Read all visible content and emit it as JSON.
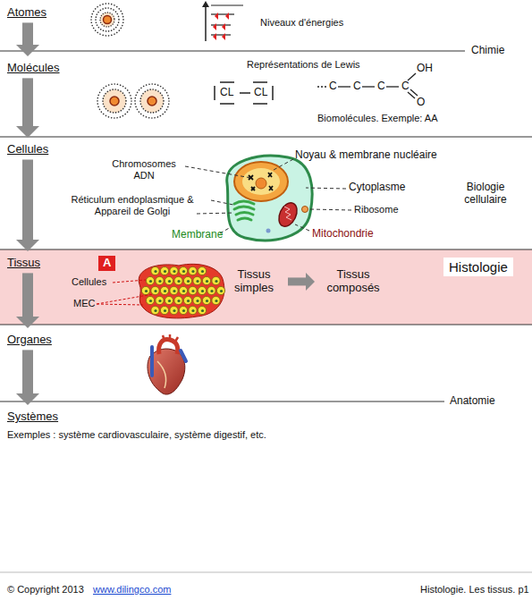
{
  "diagram": {
    "nodes": [
      {
        "text": [
          "Atomes"
        ]
      },
      {
        "text": [
          "Molécules"
        ]
      },
      {
        "text": [
          "Cellules"
        ]
      },
      {
        "text": [
          "Tissus"
        ]
      },
      {
        "text": [
          "A"
        ]
      },
      {
        "text": [
          "Tissus simples"
        ]
      },
      {
        "text": [
          "Tissus composés"
        ]
      },
      {
        "text": [
          "Histologie"
        ]
      },
      {
        "text": [
          "Organes"
        ]
      },
      {
        "text": [
          "Systèmes"
        ]
      }
    ],
    "edges": [
      {
        "from": 0,
        "to": 1,
        "arrow": "to"
      },
      {
        "from": 1,
        "to": 2,
        "arrow": "to"
      },
      {
        "from": 2,
        "to": 3,
        "arrow": "to"
      },
      {
        "from": 3,
        "to": 8,
        "arrow": "to"
      },
      {
        "from": 8,
        "to": 9,
        "arrow": "to"
      },
      {
        "from": 5,
        "to": 6,
        "arrow": "to"
      }
    ],
    "labels": [
      "Niveaux d'énergies",
      "Chimie",
      "Représentations de Lewis",
      "OH",
      "CL",
      "CL",
      "C",
      "C",
      "C",
      "C",
      "O",
      "Biomolécules. Exemple: AA",
      "Chromosomes ADN",
      "Noyau & membrane nucléaire",
      "Réticulum endoplasmique & Appareil de Golgi",
      "Cytoplasme",
      "Biologie cellulaire",
      "Ribosome",
      "Membrane",
      "Mitochondrie",
      "Cellules",
      "MEC",
      "Anatomie",
      "Exemples : système cardiovasculaire, système digestif, etc.",
      "© Copyright 2013",
      "www.dilingco.com",
      "Histologie. Les tissus. p1"
    ]
  }
}
